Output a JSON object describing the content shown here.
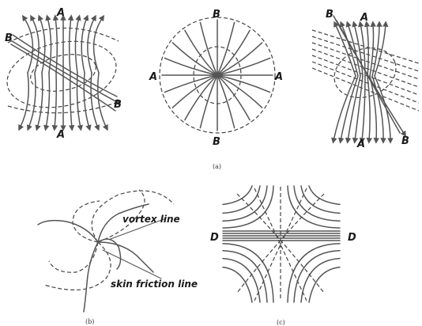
{
  "panel_a": {
    "caption": "(a)",
    "left": {
      "top": "A",
      "bottom": "A",
      "upper_left": "B",
      "lower_right": "B"
    },
    "middle": {
      "top": "B",
      "bottom": "B",
      "left": "A",
      "right": "A"
    },
    "right": {
      "top": "A",
      "bottom": "A",
      "upper_left": "B",
      "lower_right": "B"
    }
  },
  "panel_b": {
    "caption": "(b)",
    "vortex_label": "vortex line",
    "skin_label": "skin friction line"
  },
  "panel_c": {
    "caption": "(c)",
    "left": "D",
    "right": "D"
  }
}
